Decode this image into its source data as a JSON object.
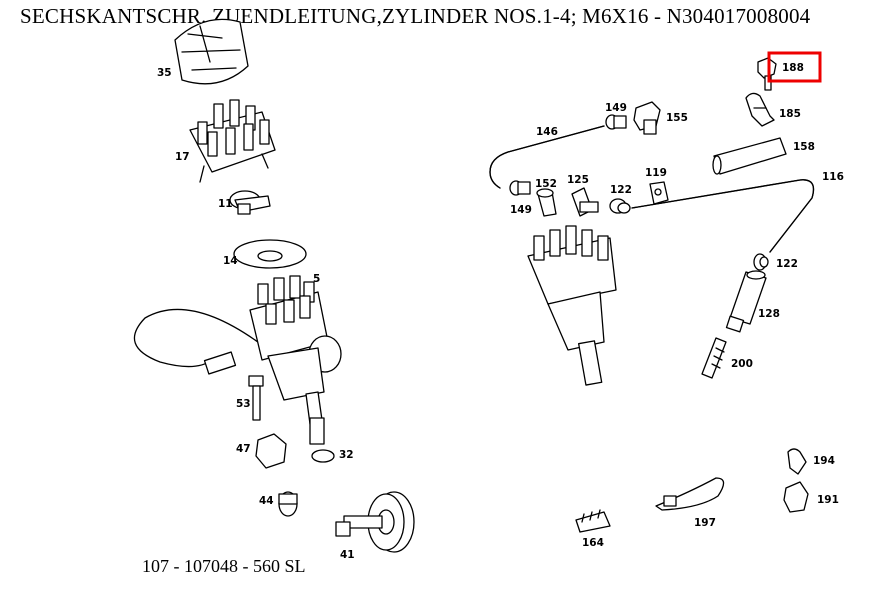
{
  "header": {
    "title": "SECHSKANTSCHR. ZUENDLEITUNG,ZYLINDER NOS.1-4; M6X16 - N304017008004"
  },
  "footer": {
    "caption": "107 - 107048 - 560 SL"
  },
  "highlight": {
    "part": "188",
    "color": "#ee0000"
  },
  "callouts": {
    "p35": "35",
    "p17": "17",
    "p11": "11",
    "p14": "14",
    "p5": "5",
    "p53": "53",
    "p47": "47",
    "p32": "32",
    "p44": "44",
    "p41": "41",
    "p146": "146",
    "p149a": "149",
    "p155": "155",
    "p149b": "149",
    "p152": "152",
    "p125": "125",
    "p122a": "122",
    "p119": "119",
    "p188": "188",
    "p185": "185",
    "p158": "158",
    "p116": "116",
    "p122b": "122",
    "p128": "128",
    "p200": "200",
    "p194": "194",
    "p191": "191",
    "p197": "197",
    "p164": "164"
  }
}
